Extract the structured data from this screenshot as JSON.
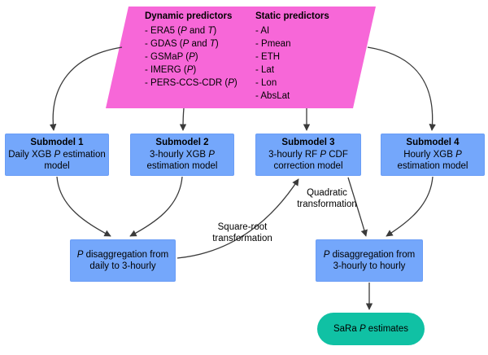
{
  "predictors": {
    "dynamic": {
      "title": "Dynamic predictors",
      "items": [
        "- ERA5 (*P* and *T*)",
        "- GDAS (*P* and *T*)",
        "- GSMaP (*P*)",
        "- IMERG (*P*)",
        "- PERS-CCS-CDR (*P*)"
      ]
    },
    "static": {
      "title": "Static predictors",
      "items": [
        "- AI",
        "- Pmean",
        "- ETH",
        "- Lat",
        "- Lon",
        "- AbsLat"
      ]
    }
  },
  "submodels": [
    {
      "title": "Submodel 1",
      "body": "Daily XGB *P* estimation model"
    },
    {
      "title": "Submodel 2",
      "body": "3-hourly XGB *P* estimation model"
    },
    {
      "title": "Submodel 3",
      "body": "3-hourly RF *P* CDF correction model"
    },
    {
      "title": "Submodel 4",
      "body": "Hourly XGB *P* estimation model"
    }
  ],
  "processes": {
    "disagg_daily": "*P* disaggregation from daily to 3-hourly",
    "disagg_hourly": "*P* disaggregation from 3-hourly to hourly"
  },
  "transform_labels": {
    "sqrt": "Square-root transformation",
    "quadratic": "Quadratic transformation"
  },
  "output": {
    "label": "SaRa *P* estimates"
  },
  "colors": {
    "predictors_fill": "#f767d8",
    "submodel_fill": "#74a7fb",
    "output_fill": "#10c1a4",
    "arrow": "#3a3a3a"
  }
}
